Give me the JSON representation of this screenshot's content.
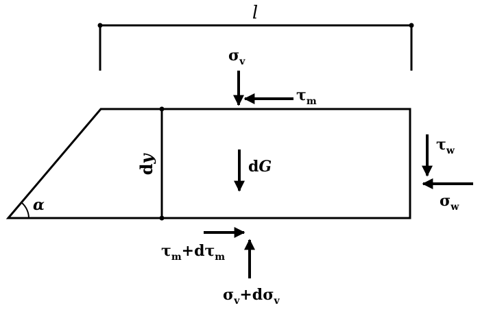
{
  "labels": {
    "length": "l",
    "dy_d": "d",
    "dy_y": "y",
    "alpha": "α",
    "sigma_v": "σ",
    "sigma_v_sub": "v",
    "tau_m": "τ",
    "tau_m_sub": "m",
    "tau_w": "τ",
    "tau_w_sub": "w",
    "sigma_w": "σ",
    "sigma_w_sub": "w",
    "dG_d": "d",
    "dG_G": "G",
    "tau_bottom": "τ",
    "tau_bottom_sub": "m",
    "tau_bottom_plus": "+d",
    "tau_bottom_tau": "τ",
    "tau_bottom_sub2": "m",
    "sigma_bottom": "σ",
    "sigma_bottom_sub": "v",
    "sigma_bottom_plus": "+d",
    "sigma_bottom_sigma": "σ",
    "sigma_bottom_sub2": "v"
  },
  "colors": {
    "stroke": "#000000",
    "background": "#ffffff"
  }
}
